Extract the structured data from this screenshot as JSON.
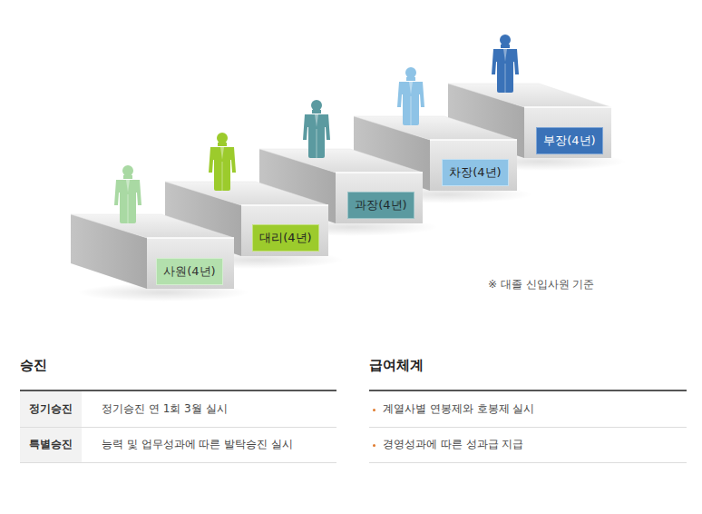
{
  "diagram": {
    "nodes": [
      {
        "text": [
          "사원(4년)"
        ]
      },
      {
        "text": [
          "대리(4년)"
        ]
      },
      {
        "text": [
          "과장(4년)"
        ]
      },
      {
        "text": [
          "차장(4년)"
        ]
      },
      {
        "text": [
          "부장(4년)"
        ]
      }
    ],
    "labels": [
      "※ 대졸 신입사원 기준",
      "승진",
      "정기승진",
      "정기승진 연 1회 3월 실시",
      "특별승진",
      "능력 및 업무성과에 따른 발탁승진 실시",
      "급여체계",
      "계열사별 연봉제와 호봉제 실시",
      "경영성과에 따른 성과급 지급"
    ]
  }
}
